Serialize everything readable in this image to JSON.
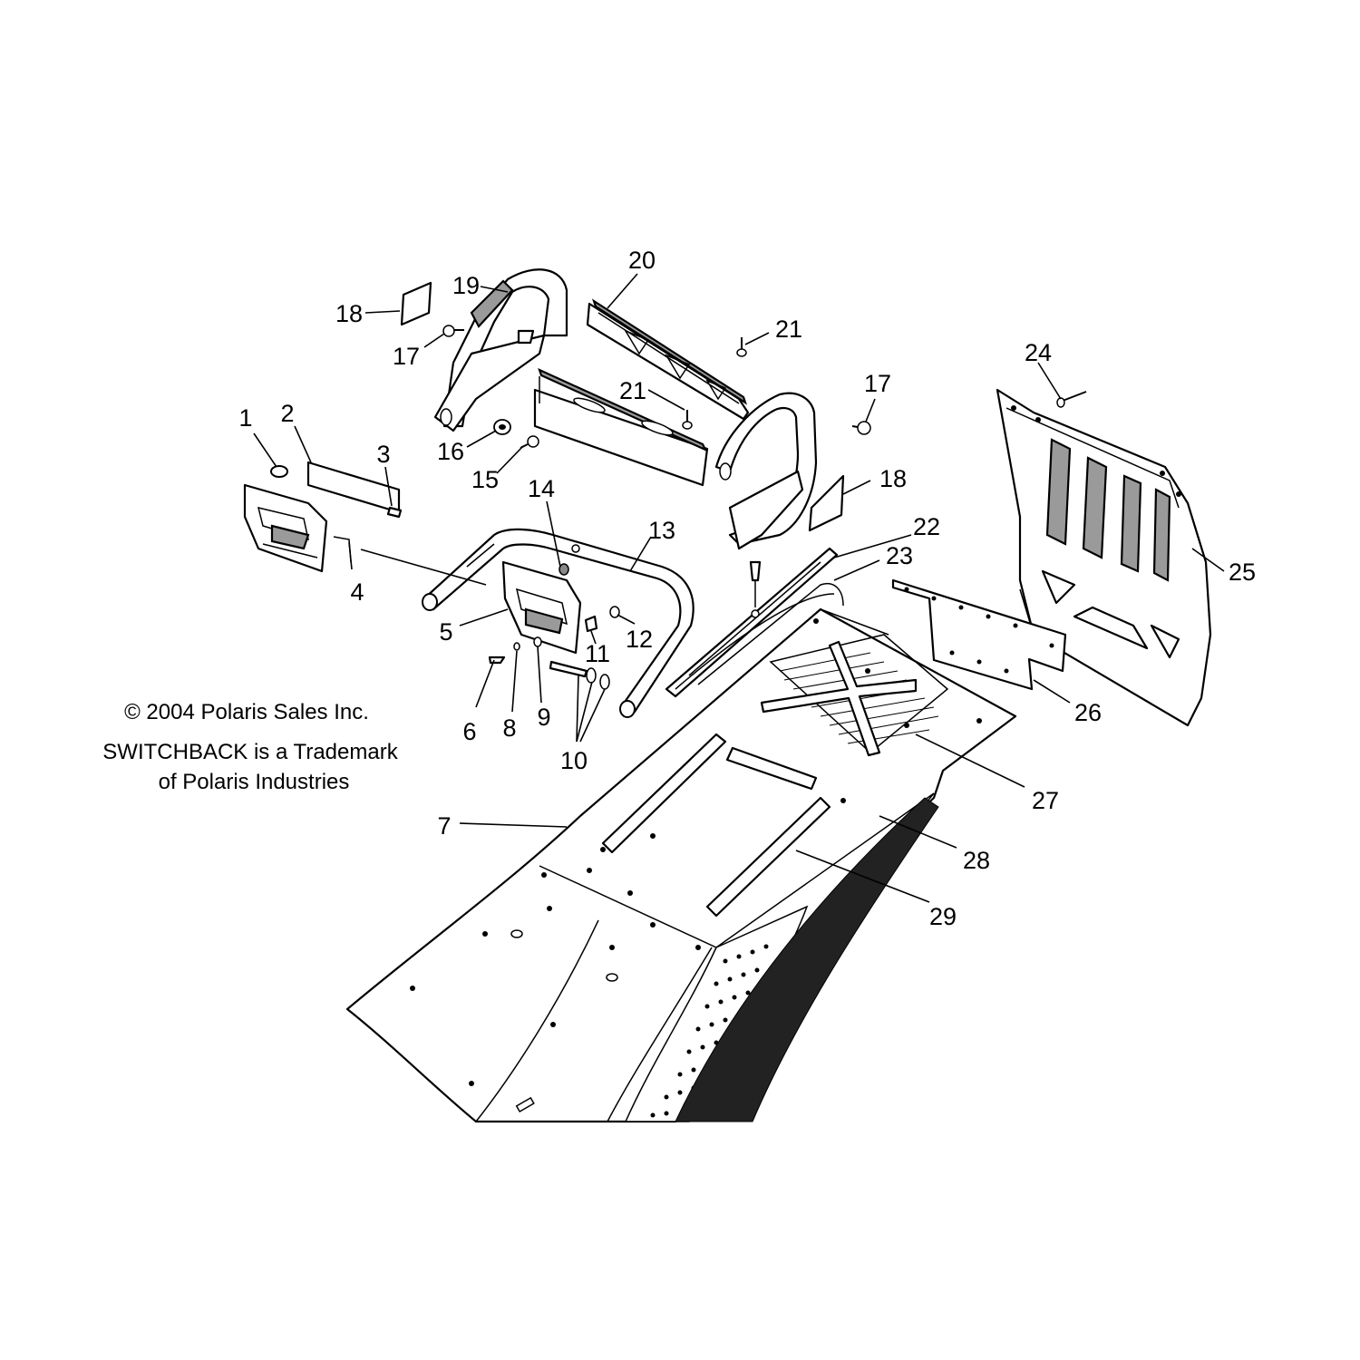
{
  "notes": {
    "copyright": "© 2004 Polaris Sales Inc.",
    "trademark_line1": "SWITCHBACK is a Trademark",
    "trademark_line2": "of Polaris Industries"
  },
  "callouts": {
    "c1": "1",
    "c2": "2",
    "c3": "3",
    "c4": "4",
    "c5": "5",
    "c6": "6",
    "c7": "7",
    "c8": "8",
    "c9": "9",
    "c10": "10",
    "c11": "11",
    "c12": "12",
    "c13": "13",
    "c14": "14",
    "c15": "15",
    "c16": "16",
    "c17a": "17",
    "c17b": "17",
    "c18a": "18",
    "c18b": "18",
    "c19": "19",
    "c20": "20",
    "c21a": "21",
    "c21b": "21",
    "c22": "22",
    "c23": "23",
    "c24": "24",
    "c25": "25",
    "c26": "26",
    "c27": "27",
    "c28": "28",
    "c29": "29"
  }
}
